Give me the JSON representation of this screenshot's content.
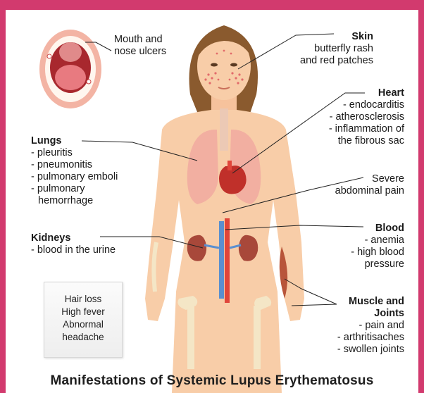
{
  "labels": {
    "mouth": [
      "Mouth and",
      "nose ulcers"
    ],
    "skin": {
      "title": "Skin",
      "lines": [
        "butterfly rash",
        "and red patches"
      ]
    },
    "heart": {
      "title": "Heart",
      "lines": [
        "- endocarditis",
        "- atherosclerosis",
        "- inflammation of",
        "the fibrous sac"
      ]
    },
    "lungs": {
      "title": "Lungs",
      "lines": [
        "- pleuritis",
        "- pneumonitis",
        "- pulmonary emboli",
        "- pulmonary",
        "hemorrhage"
      ]
    },
    "abdomen": [
      "Severe",
      "abdominal pain"
    ],
    "kidneys": {
      "title": "Kidneys",
      "lines": [
        "- blood in the urine"
      ]
    },
    "blood": {
      "title": "Blood",
      "lines": [
        "- anemia",
        "- high blood",
        "pressure"
      ]
    },
    "muscle": {
      "title": [
        "Muscle and",
        "Joints"
      ],
      "lines": [
        "- pain and",
        "- arthritisaches",
        "- swollen joints"
      ]
    }
  },
  "box": [
    "Hair loss",
    "High fever",
    "Abnormal",
    "headache"
  ],
  "caption": "Manifestations of Systemic Lupus Erythematosus",
  "colors": {
    "frame": "#d23a6e",
    "skin": "#f8cda8",
    "hair": "#8a5a2e",
    "lungs": "#f1a9a0",
    "heart": "#c0302a",
    "kidney": "#a8483a",
    "artery": "#e0453a",
    "vein": "#5a8fd0"
  }
}
